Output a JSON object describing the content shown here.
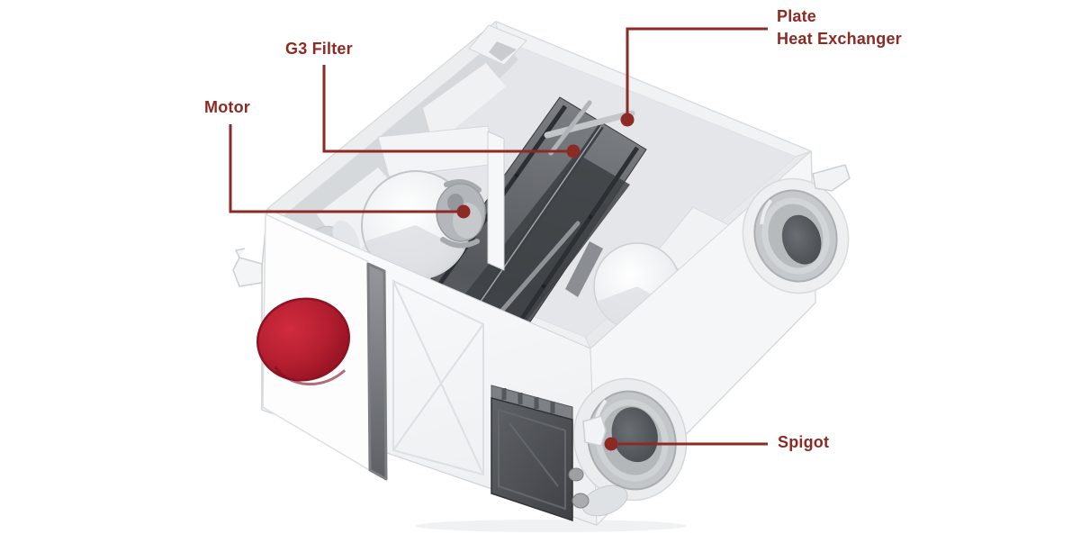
{
  "diagram": {
    "name": "heat-recovery-ventilation-unit-cutaway",
    "background": "#ffffff",
    "accent_color": "#8e2a24",
    "red_port_color": "#b7202e",
    "parts": {
      "motor": {
        "label": "Motor"
      },
      "g3_filter": {
        "label": "G3 Filter"
      },
      "plate_heat_exchanger": {
        "label_line1": "Plate",
        "label_line2": "Heat Exchanger"
      },
      "spigot": {
        "label": "Spigot"
      }
    }
  }
}
